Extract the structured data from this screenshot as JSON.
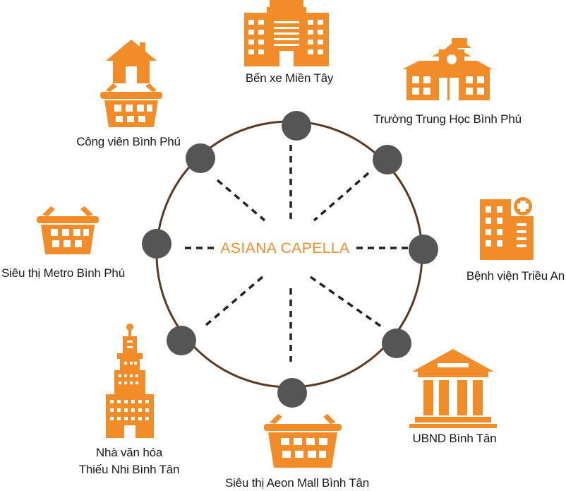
{
  "center": {
    "title": "ASIANA CAPELLA"
  },
  "colors": {
    "accent": "#f28c28",
    "ring": "#5a3a22",
    "node": "#555555",
    "text": "#1a1a1a"
  },
  "places": [
    {
      "id": "ben-xe",
      "label": "Bến xe Miền Tây",
      "icon": "office-building-icon"
    },
    {
      "id": "truong",
      "label": "Trường Trung Học Bình Phú",
      "icon": "school-icon"
    },
    {
      "id": "benh-vien",
      "label": "Bệnh viện Triều An",
      "icon": "hospital-icon"
    },
    {
      "id": "ubnd",
      "label": "UBND Bình Tân",
      "icon": "government-building-icon"
    },
    {
      "id": "aeon",
      "label": "Siêu thị Aeon Mall Bình Tân",
      "icon": "shopping-basket-icon"
    },
    {
      "id": "nha-van-hoa",
      "label_line1": "Nhà văn hóa",
      "label_line2": "Thiếu Nhi Bình Tân",
      "icon": "tower-building-icon"
    },
    {
      "id": "metro",
      "label": "Siêu thị Metro Bình Phú",
      "icon": "shopping-basket-icon"
    },
    {
      "id": "cong-vien",
      "label": "Công viên Bình Phú",
      "icon": "house-basket-icon"
    }
  ]
}
